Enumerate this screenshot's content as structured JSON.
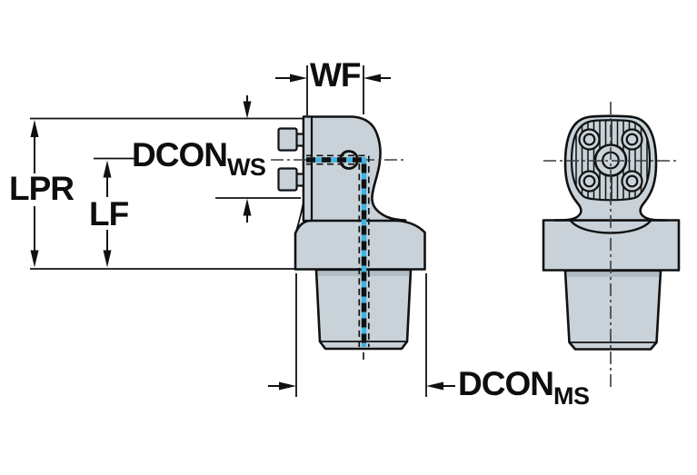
{
  "drawing": {
    "kind": "tool-holder technical drawing, side view and front view"
  },
  "labels": {
    "wf": "WF",
    "lpr": "LPR",
    "lf": "LF",
    "dcon_ws": {
      "base": "DCON",
      "sub": "WS"
    },
    "dcon_ms": {
      "base": "DCON",
      "sub": "MS"
    }
  },
  "colors": {
    "background": "#ffffff",
    "body_fill": "#c8d2d8",
    "body_shade": "#9aa8b1",
    "outline": "#111111",
    "coolant": "#3fb3e3",
    "centerline": "#3c3c3c"
  }
}
